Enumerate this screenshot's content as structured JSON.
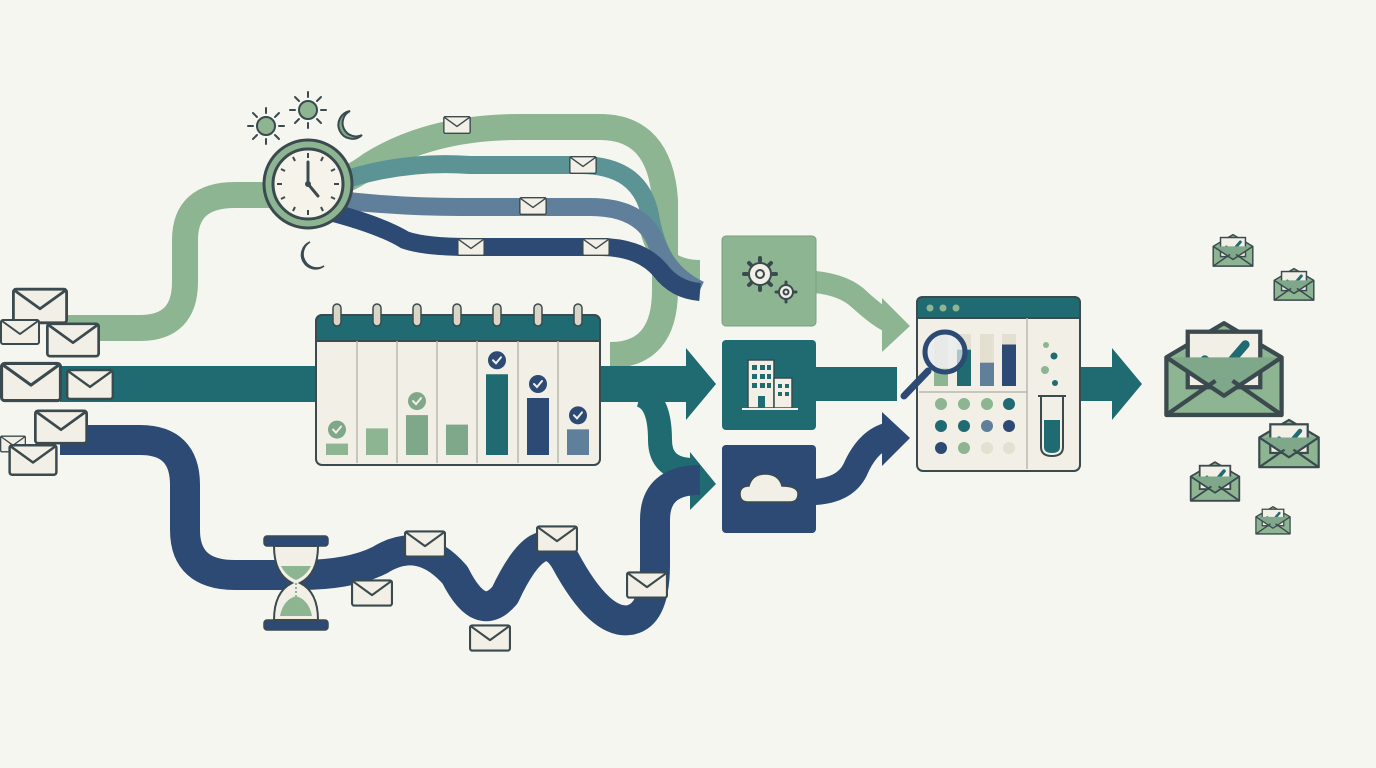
{
  "colors": {
    "background": "#f6f6f1",
    "sage_green": "#8db592",
    "muted_green": "#7fa78a",
    "teal": "#1f6b71",
    "dark_teal": "#1c5e63",
    "steel_blue": "#5f7f9a",
    "navy": "#2c4a73",
    "cream": "#f1efe6",
    "outline": "#3b4a4e"
  },
  "icons": {
    "sources": "envelope-stack-icon",
    "timing": [
      "sun-icon",
      "sun-icon",
      "moon-icon",
      "clock-icon",
      "moon-icon"
    ],
    "waiting": "hourglass-icon",
    "schedule": "calendar-chart-icon",
    "channels": [
      "gears-icon",
      "building-icon",
      "cloud-icon"
    ],
    "analysis": [
      "dashboard-window-icon",
      "magnifier-icon",
      "test-tube-icon"
    ],
    "delivered": "envelope-check-icon"
  },
  "levels": {
    "calendar_bars": [
      0.12,
      0.28,
      0.42,
      0.32,
      0.85,
      0.6,
      0.27
    ],
    "calendar_checks": [
      true,
      false,
      true,
      false,
      true,
      true,
      true
    ],
    "dashboard_bars": [
      0.35,
      0.7,
      0.45,
      0.8
    ]
  }
}
